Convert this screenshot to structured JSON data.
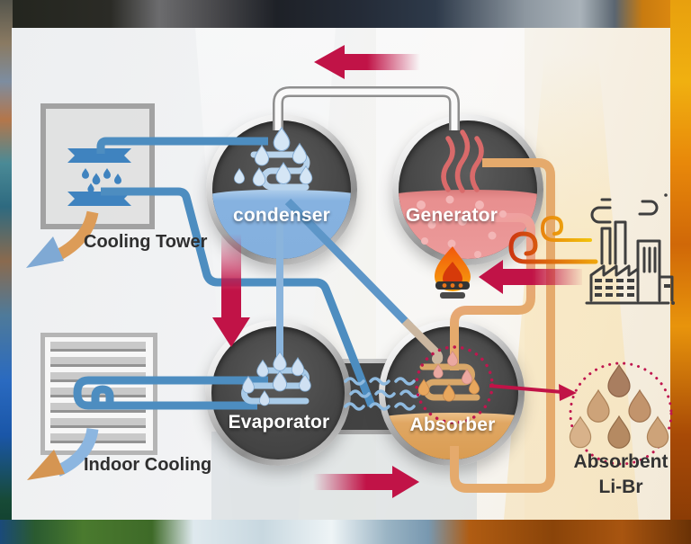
{
  "diagram": {
    "vessels": [
      {
        "id": "condenser",
        "label": "condenser"
      },
      {
        "id": "generator",
        "label": "Generator"
      },
      {
        "id": "evaporator",
        "label": "Evaporator"
      },
      {
        "id": "absorber",
        "label": "Absorber"
      }
    ],
    "external": {
      "cooling_tower_label": "Cooling Tower",
      "indoor_cooling_label": "Indoor Cooling",
      "absorbent_label_line1": "Absorbent",
      "absorbent_label_line2": "Li-Br"
    },
    "icons": {
      "cooling_tower": "cooling-tower-heat-exchanger-icon",
      "indoor_cooling": "indoor-unit-louver-coil-icon",
      "factory": "factory-waste-heat-icon",
      "flame": "burner-flame-icon",
      "heat_swirls": "hot-gas-swirl-icon",
      "vapor_waves": "refrigerant-vapor-waves-icon",
      "water_droplets": "water-droplets-icon",
      "absorbent_droplets": "absorbent-droplets-icon",
      "connecting_tube": "condenser-generator-tube"
    },
    "colors": {
      "crimson_arrow": "#c11347",
      "pipe_blue": "#4d8dc0",
      "pipe_light_blue": "#8ab4dc",
      "pipe_orange": "#e5aa6c",
      "pipe_pink": "#efa0a0",
      "dotted_marker": "#bf164e",
      "vessel_interior": "#434343",
      "condenser_liquid": "#84b1e0",
      "generator_liquid": "#ea9090",
      "absorber_liquid": "#dfa661"
    }
  }
}
